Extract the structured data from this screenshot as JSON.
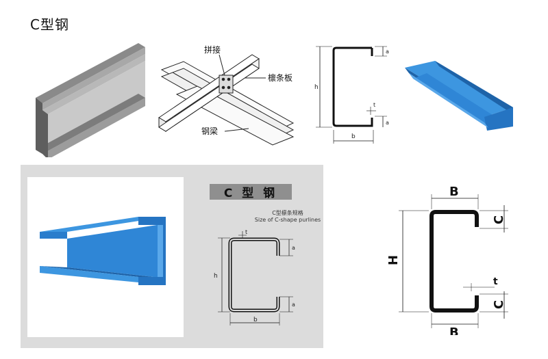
{
  "page": {
    "title": "C型钢"
  },
  "structure_diagram": {
    "label_splice": "拼接",
    "label_purlin_board": "檩条板",
    "label_steel_beam": "钢梁"
  },
  "dim_small": {
    "a_top": "a",
    "h": "h",
    "t": "t",
    "a_bottom": "a",
    "b": "b"
  },
  "section_banner": {
    "text": "C 型 钢"
  },
  "spec_caption": {
    "cn": "C型檩条规格",
    "en": "Size of C-shape purlines"
  },
  "dim_spec": {
    "t": "t",
    "a_top": "a",
    "h": "h",
    "a_bottom": "a",
    "b": "b"
  },
  "dim_large": {
    "B_top": "B",
    "C_top": "C",
    "H": "H",
    "t": "t",
    "C_bottom": "C",
    "B_bottom": "B"
  },
  "colors": {
    "steel_gray": "#9a9a9a",
    "steel_dark": "#5e5e5e",
    "blue": "#2f86d6",
    "blue_dark": "#1e63a8",
    "panel_gray": "#dcdcdc",
    "banner_gray": "#8f8f8f"
  }
}
